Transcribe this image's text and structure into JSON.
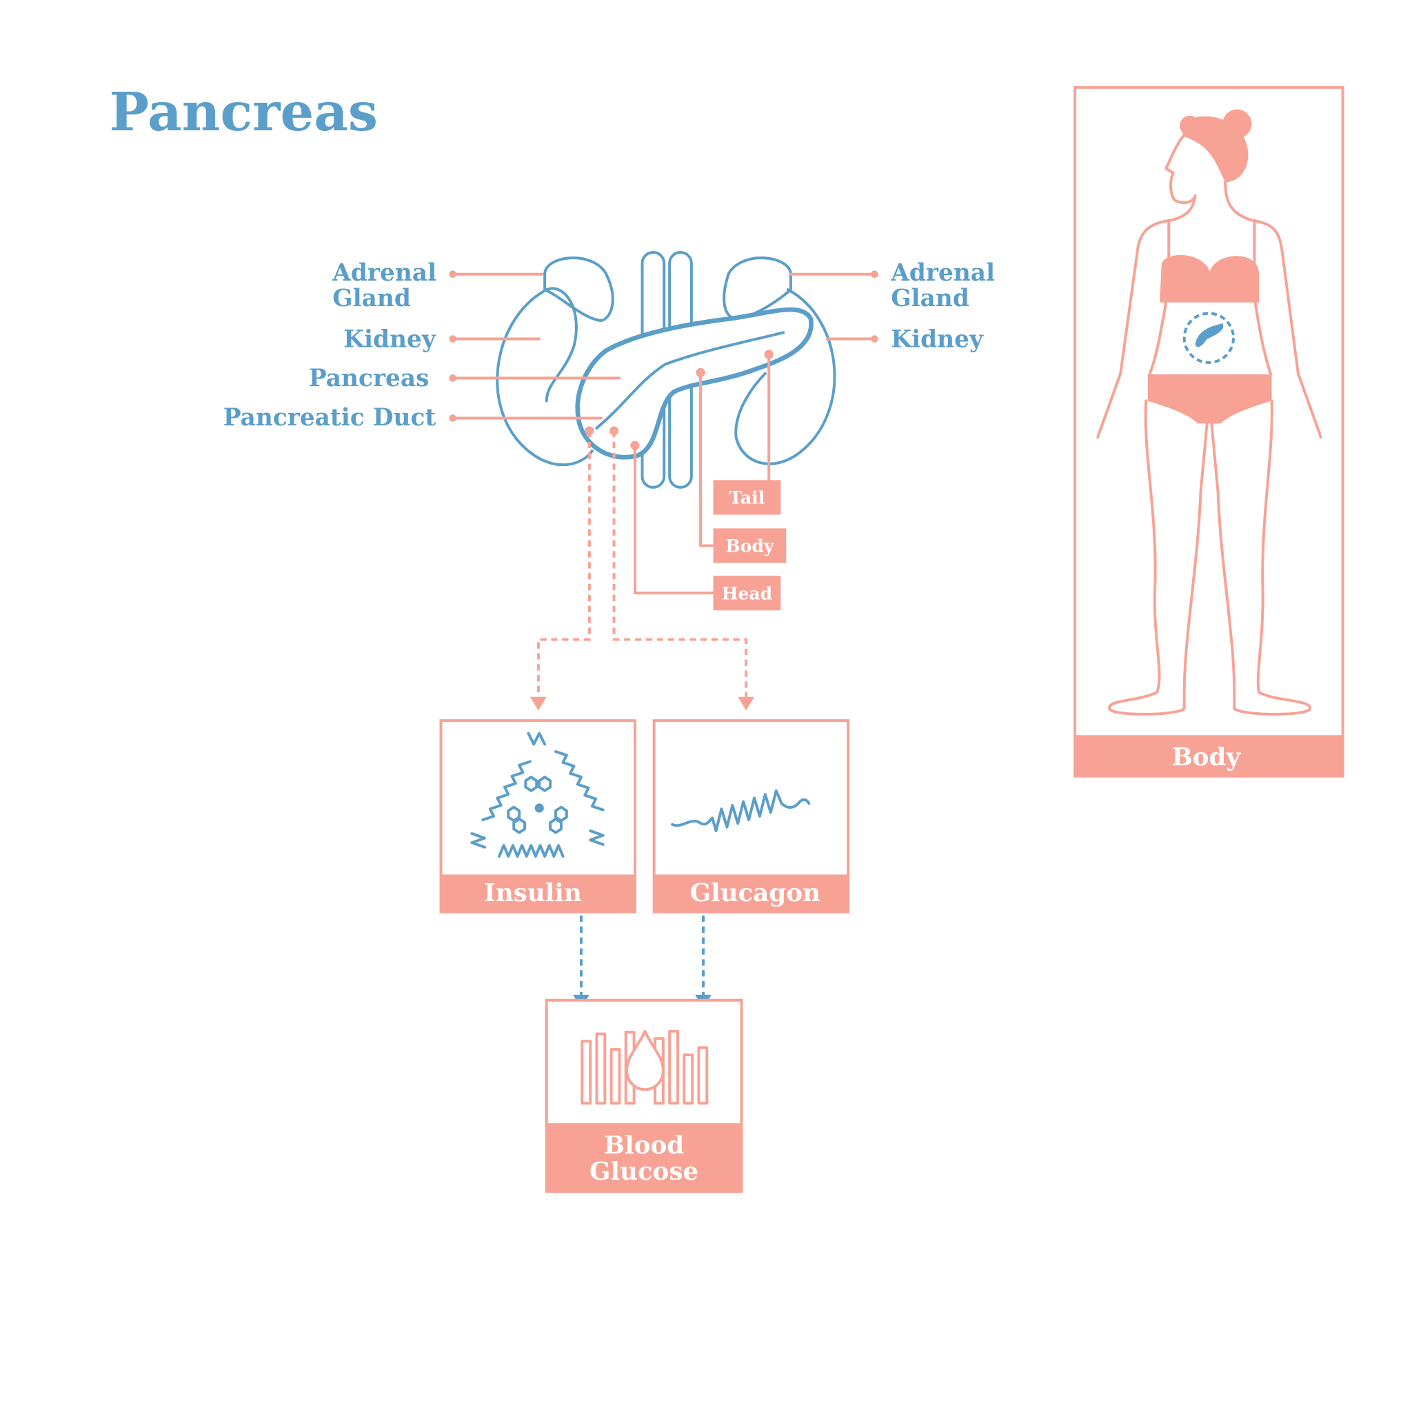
{
  "title": "Pancreas",
  "labels_left": {
    "adrenal_gland_1": "Adrenal",
    "adrenal_gland_2": "Gland",
    "kidney": "Kidney",
    "pancreas": "Pancreas",
    "pancreatic_duct": "Pancreatic Duct"
  },
  "labels_right": {
    "adrenal_gland_1": "Adrenal",
    "adrenal_gland_2": "Gland",
    "kidney": "Kidney"
  },
  "parts": {
    "tail": "Tail",
    "body": "Body",
    "head": "Head"
  },
  "hormones": {
    "insulin": "Insulin",
    "glucagon": "Glucagon"
  },
  "result": {
    "line1": "Blood",
    "line2": "Glucose"
  },
  "body_panel": {
    "label": "Body"
  },
  "colors": {
    "blue": "#5a9ec9",
    "salmon": "#f7a295"
  }
}
